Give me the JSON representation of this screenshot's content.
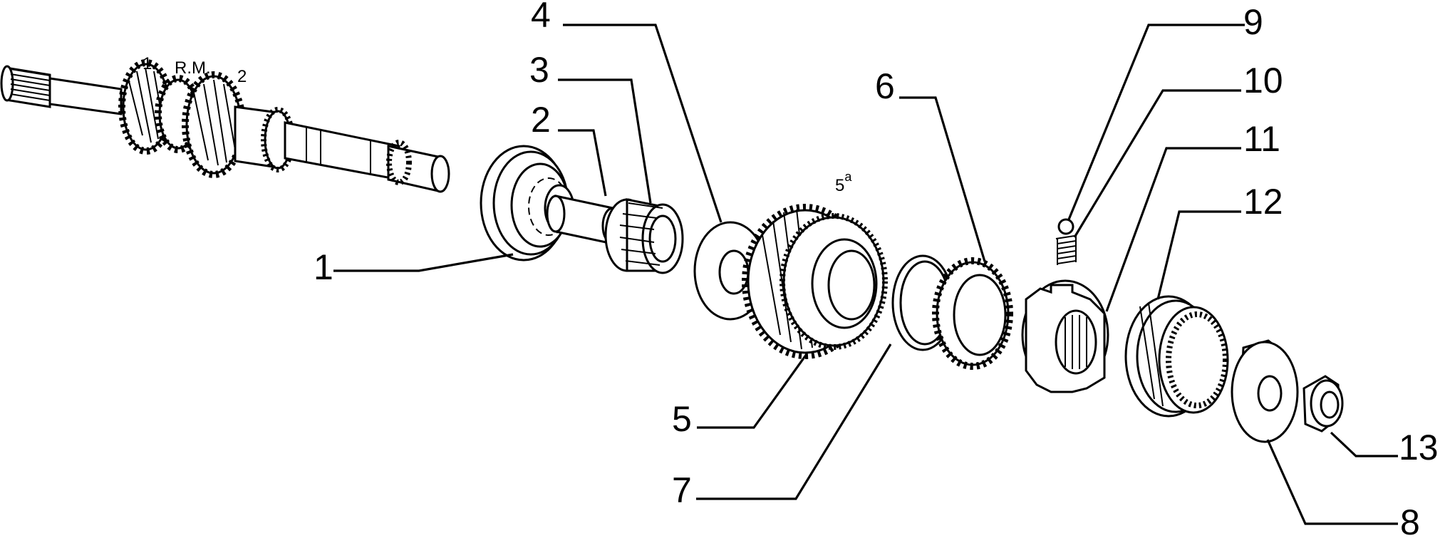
{
  "shaft_labels": {
    "first": "1",
    "reverse": "R.M.",
    "second": "2"
  },
  "gear_label": {
    "base": "5",
    "sup": "a"
  },
  "callouts": [
    {
      "id": "1",
      "text": "1"
    },
    {
      "id": "2",
      "text": "2"
    },
    {
      "id": "3",
      "text": "3"
    },
    {
      "id": "4",
      "text": "4"
    },
    {
      "id": "5",
      "text": "5"
    },
    {
      "id": "6",
      "text": "6"
    },
    {
      "id": "7",
      "text": "7"
    },
    {
      "id": "8",
      "text": "8"
    },
    {
      "id": "9",
      "text": "9"
    },
    {
      "id": "10",
      "text": "10"
    },
    {
      "id": "11",
      "text": "11"
    },
    {
      "id": "12",
      "text": "12"
    },
    {
      "id": "13",
      "text": "13"
    }
  ]
}
